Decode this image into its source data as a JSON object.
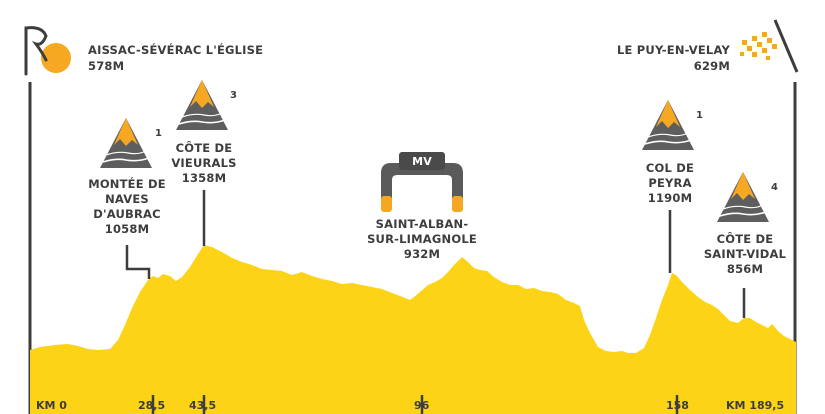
{
  "colors": {
    "profile_fill": "#fcd317",
    "ink": "#3d3d3d",
    "sprint_orange": "#f5a623",
    "start_orange": "#f7a823"
  },
  "start": {
    "name": "AISSAC-SÉVÉRAC L'ÉGLISE",
    "altitude": "578M",
    "icon": "start-logo-icon"
  },
  "finish": {
    "name": "LE PUY-EN-VELAY",
    "altitude": "629M",
    "icon": "checkered-flag-icon"
  },
  "climbs": [
    {
      "name_lines": [
        "MONTÉE DE",
        "NAVES",
        "D'AUBRAC"
      ],
      "altitude": "1058M",
      "category": "1",
      "icon": "mountain-icon"
    },
    {
      "name_lines": [
        "CÔTE DE",
        "VIEURALS"
      ],
      "altitude": "1358M",
      "category": "3",
      "icon": "mountain-icon"
    },
    {
      "name_lines": [
        "COL DE",
        "PEYRA"
      ],
      "altitude": "1190M",
      "category": "1",
      "icon": "mountain-icon"
    },
    {
      "name_lines": [
        "CÔTE DE",
        "SAINT-VIDAL"
      ],
      "altitude": "856M",
      "category": "4",
      "icon": "mountain-icon"
    }
  ],
  "sprint": {
    "badge": "MV",
    "name_lines": [
      "SAINT-ALBAN-",
      "SUR-LIMAGNOLE"
    ],
    "altitude": "932M",
    "icon": "intermediate-sprint-arch-icon"
  },
  "km_markers": [
    {
      "label": "KM 0",
      "km": 0
    },
    {
      "label": "28,5",
      "km": 28.5
    },
    {
      "label": "43,5",
      "km": 43.5
    },
    {
      "label": "96",
      "km": 96
    },
    {
      "label": "158",
      "km": 158
    },
    {
      "label": "KM 189,5",
      "km": 189.5
    }
  ]
}
